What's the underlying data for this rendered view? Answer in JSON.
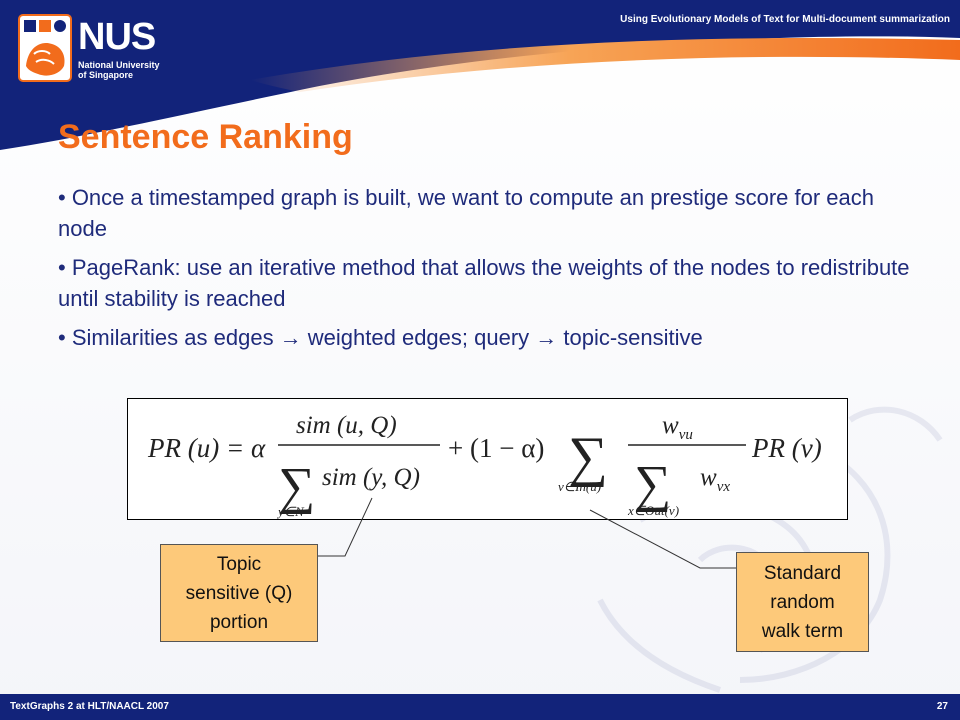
{
  "header": {
    "presentation_title": "Using Evolutionary Models of Text for Multi-document summarization"
  },
  "logo": {
    "wordmark": "NUS",
    "subtitle_line1": "National University",
    "subtitle_line2": "of Singapore",
    "icon": "nus-lion-crest-icon"
  },
  "slide": {
    "title": "Sentence Ranking",
    "bullets": [
      "• Once a timestamped graph is built, we want to compute an prestige score for each node",
      "• PageRank: use an iterative method that allows the weights of the nodes to redistribute until stability is reached",
      "• Similarities as edges → weighted edges; query → topic-sensitive"
    ]
  },
  "formula": {
    "lhs": "PR (u) = α",
    "numerator_1": "sim (u, Q)",
    "sum_index_1": "y∈N",
    "denominator_1": "sim (y, Q)",
    "middle": "+ (1 − α)",
    "sum_index_outer": "v∈In(u)",
    "numerator_2": "w",
    "numerator_2_sub": "vu",
    "sum_index_2": "x∈Out(v)",
    "denominator_2": "w",
    "denominator_2_sub": "vx",
    "rhs": "PR (v)"
  },
  "callouts": {
    "left": [
      "Topic",
      "sensitive (Q)",
      "portion"
    ],
    "right": [
      "Standard",
      "random",
      "walk term"
    ]
  },
  "footer": {
    "left": "TextGraphs 2 at HLT/NAACL 2007",
    "page": "27"
  },
  "colors": {
    "navy": "#12237a",
    "orange": "#f26c1c",
    "bullet_text": "#1f2b7b",
    "callout_fill": "#fdc97a"
  }
}
